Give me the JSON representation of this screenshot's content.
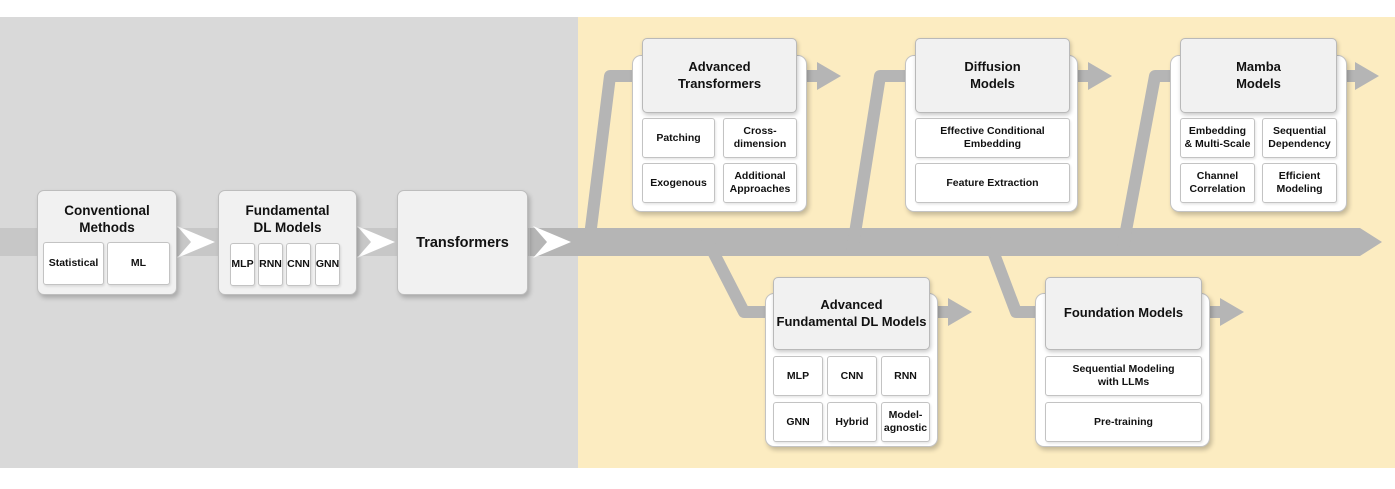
{
  "colors": {
    "past_era_background": "#d9d9d9",
    "recent_era_background": "#fcecc1",
    "flow_arrow": "#b5b5b5",
    "flow_arrow_light": "#c7c7c7",
    "box_fill": "#f1f1f1",
    "box_border": "#bdbdbd",
    "chevron": "#ffffff"
  },
  "diagram": {
    "stages": [
      {
        "title": "Conventional\nMethods",
        "items": [
          "Statistical",
          "ML"
        ]
      },
      {
        "title": "Fundamental\nDL Models",
        "items": [
          "MLP",
          "RNN",
          "CNN",
          "GNN"
        ]
      },
      {
        "title": "Transformers",
        "items": []
      }
    ],
    "groups": [
      {
        "title": "Advanced\nTransformers",
        "items": [
          "Patching",
          "Cross-\ndimension",
          "Exogenous",
          "Additional\nApproaches"
        ]
      },
      {
        "title": "Diffusion\nModels",
        "items": [
          "Effective Conditional\nEmbedding",
          "Feature Extraction"
        ]
      },
      {
        "title": "Mamba\nModels",
        "items": [
          "Embedding\n& Multi-Scale",
          "Sequential\nDependency",
          "Channel\nCorrelation",
          "Efficient\nModeling"
        ]
      },
      {
        "title": "Advanced\nFundamental DL Models",
        "items": [
          "MLP",
          "CNN",
          "RNN",
          "GNN",
          "Hybrid",
          "Model-\nagnostic"
        ]
      },
      {
        "title": "Foundation Models",
        "items": [
          "Sequential Modeling\nwith LLMs",
          "Pre-training"
        ]
      }
    ]
  }
}
